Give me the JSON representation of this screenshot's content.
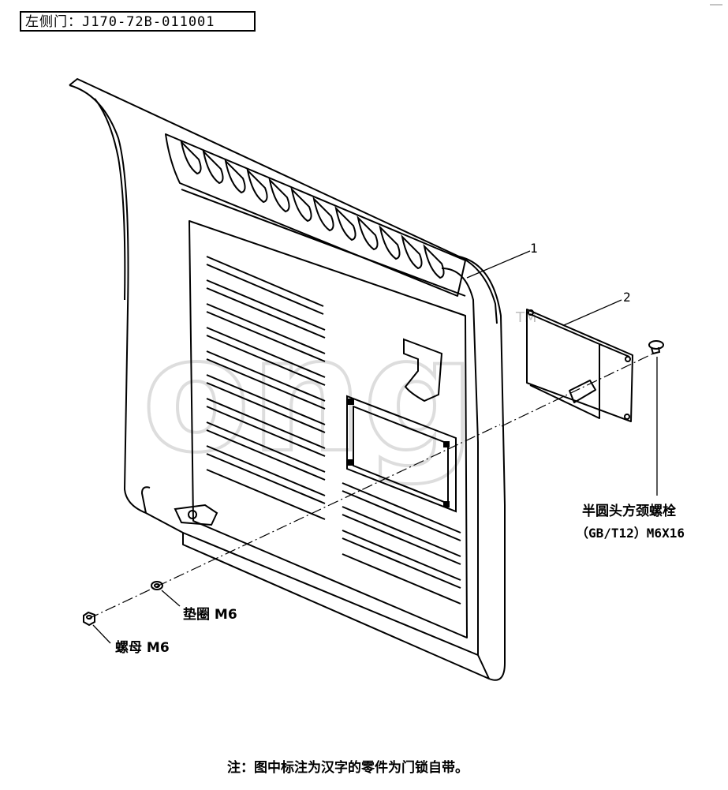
{
  "title": "左侧门：J170-72B-011001",
  "callouts": {
    "part1": "1",
    "part2": "2",
    "bolt_line1": "半圆头方颈螺栓",
    "bolt_line2": "（GB/T12）M6X16",
    "washer": "垫圈 M6",
    "nut": "螺母 M6"
  },
  "note": "注：图中标注为汉字的零件为门锁自带。",
  "watermark": {
    "text": "ong",
    "tm": "TM"
  }
}
